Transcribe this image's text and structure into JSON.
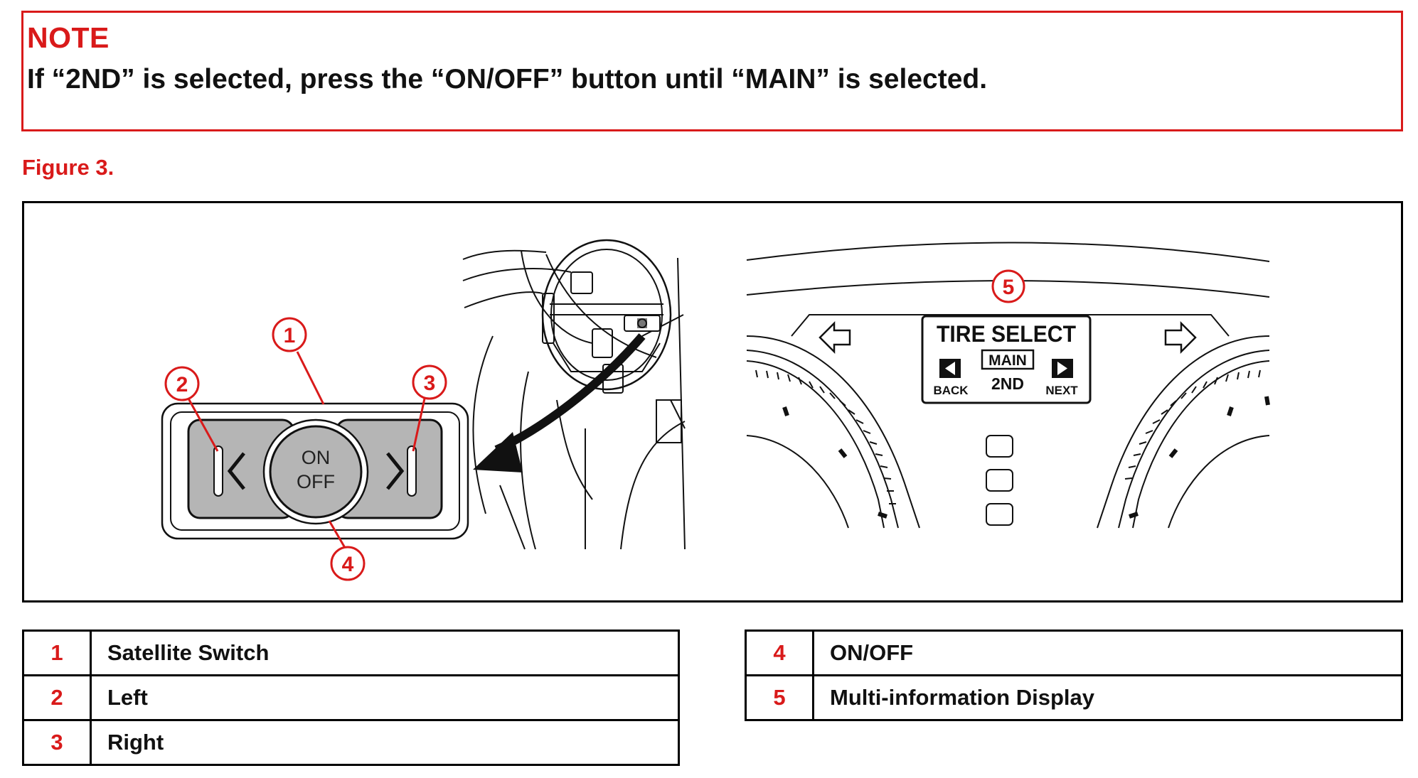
{
  "note": {
    "title": "NOTE",
    "text": "If “2ND” is selected, press the “ON/OFF” button until “MAIN” is selected."
  },
  "figure": {
    "caption": "Figure 3.",
    "callouts": [
      "1",
      "2",
      "3",
      "4",
      "5"
    ],
    "switch": {
      "on_label": "ON",
      "off_label": "OFF"
    },
    "display": {
      "title": "TIRE SELECT",
      "main_label": "MAIN",
      "second_label": "2ND",
      "back_label": "BACK",
      "next_label": "NEXT"
    }
  },
  "legend": {
    "left": [
      {
        "num": "1",
        "label": "Satellite Switch"
      },
      {
        "num": "2",
        "label": "Left"
      },
      {
        "num": "3",
        "label": "Right"
      }
    ],
    "right": [
      {
        "num": "4",
        "label": "ON/OFF"
      },
      {
        "num": "5",
        "label": "Multi-information Display"
      }
    ]
  },
  "colors": {
    "accent_red": "#d91a1a",
    "button_gray": "#b5b5b5"
  }
}
